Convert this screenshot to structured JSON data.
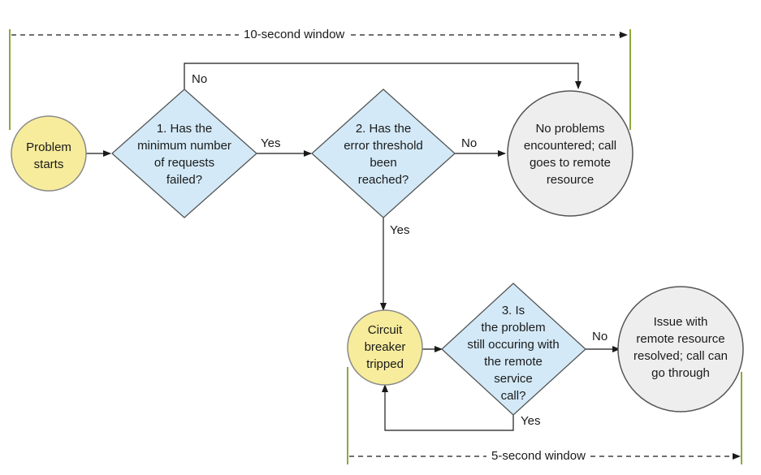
{
  "windows": {
    "top": "10-second window",
    "bottom": "5-second window"
  },
  "nodes": {
    "problem_starts": "Problem\nstarts",
    "decision_1": "1. Has the\nminimum number\nof requests\nfailed?",
    "decision_2": "2. Has the\nerror threshold\nbeen\nreached?",
    "no_problems": "No problems\nencountered; call\ngoes to remote\nresource",
    "circuit_tripped": "Circuit\nbreaker\ntripped",
    "decision_3": "3. Is\nthe problem\nstill occuring with\nthe remote\nservice\ncall?",
    "issue_resolved": "Issue with\nremote resource\nresolved; call can\ngo through"
  },
  "edges": {
    "d1_no": "No",
    "d1_yes": "Yes",
    "d2_no": "No",
    "d2_yes": "Yes",
    "d3_no": "No",
    "d3_yes": "Yes"
  },
  "colors": {
    "start_node_fill": "#f7ec9c",
    "start_node_stroke": "#8a8a8a",
    "decision_fill": "#d3e9f7",
    "decision_stroke": "#555555",
    "terminal_fill": "#eeeeee",
    "window_bar": "#8ba83a",
    "line": "#1a1a1a"
  }
}
